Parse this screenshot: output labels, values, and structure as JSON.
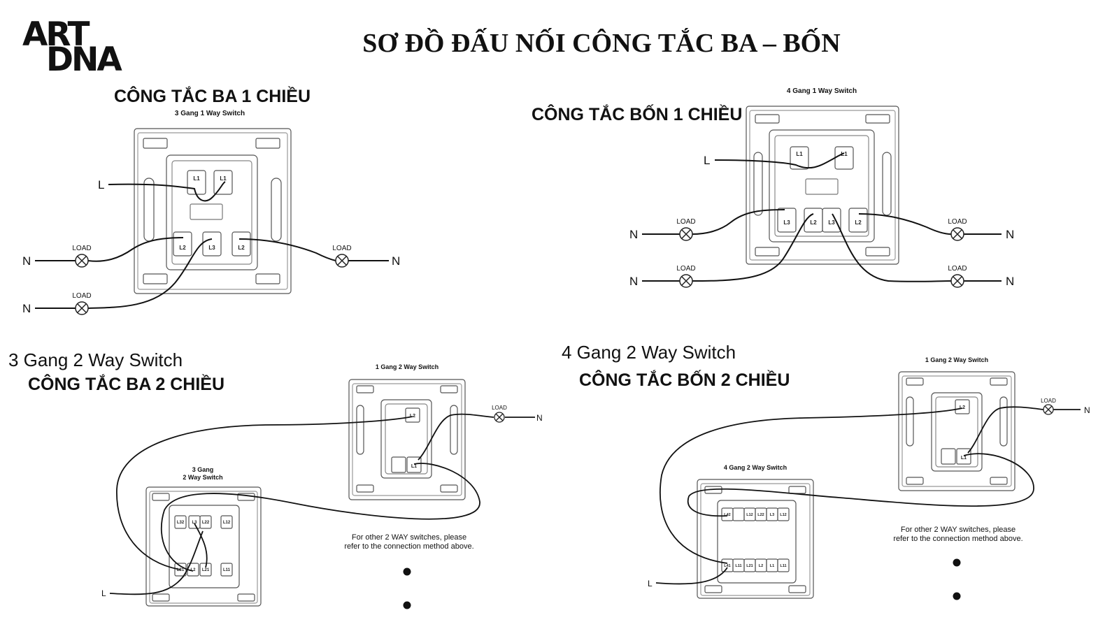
{
  "logo": {
    "line1": "ART",
    "line2": "DNA"
  },
  "title": "SƠ ĐỒ ĐẤU NỐI CÔNG TẮC BA – BỐN",
  "panels": {
    "three_one_way": {
      "heading": "CÔNG TẮC BA 1 CHIỀU",
      "caption": "3 Gang 1 Way Switch"
    },
    "four_one_way": {
      "heading": "CÔNG TẮC BỐN 1 CHIỀU",
      "caption": "4 Gang 1 Way Switch"
    },
    "three_two_way": {
      "heading_en": "3 Gang 2 Way Switch",
      "heading_vn": "CÔNG TẮC BA 2 CHIỀU",
      "caption_single": "1 Gang 2 Way Switch",
      "caption_multi_1": "3 Gang",
      "caption_multi_2": "2 Way Switch",
      "note_1": "For other 2 WAY switches, please",
      "note_2": "refer to the connection method above."
    },
    "four_two_way": {
      "heading_en": "4 Gang 2 Way Switch",
      "heading_vn": "CÔNG TẮC BỐN 2 CHIỀU",
      "caption_single": "1 Gang 2 Way Switch",
      "caption_multi": "4 Gang 2 Way Switch",
      "note_1": "For other 2 WAY switches, please",
      "note_2": "refer to the connection method above."
    }
  },
  "labels": {
    "live": "L",
    "neutral": "N",
    "load": "LOAD"
  },
  "terminals": {
    "l1": "L1",
    "l2": "L2",
    "l3": "L3",
    "l11": "L11",
    "l12": "L12",
    "l21": "L21",
    "l22": "L22",
    "l31": "L31",
    "l32": "L32",
    "l41": "L41",
    "l42": "L42"
  }
}
